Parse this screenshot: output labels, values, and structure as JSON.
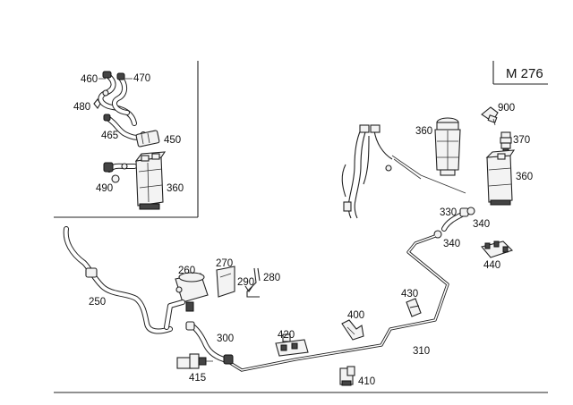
{
  "model_box": {
    "label": "M 276"
  },
  "inset_labels": {
    "l460": "460",
    "l470": "470",
    "l480": "480",
    "l465": "465",
    "l450": "450",
    "l490": "490",
    "l360": "360"
  },
  "main_labels": {
    "l900": "900",
    "l370": "370",
    "l360a": "360",
    "l360b": "360",
    "l330": "330",
    "l340a": "340",
    "l340b": "340",
    "l440": "440",
    "l260": "260",
    "l270": "270",
    "l280": "280",
    "l290": "290",
    "l250": "250",
    "l300": "300",
    "l415": "415",
    "l420": "420",
    "l400": "400",
    "l430": "430",
    "l310": "310",
    "l410": "410"
  }
}
